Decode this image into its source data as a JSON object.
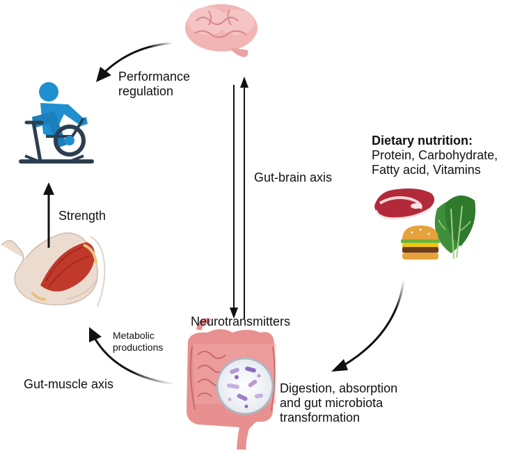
{
  "labels": {
    "performance_line1": "Performance",
    "performance_line2": "regulation",
    "gut_brain_axis": "Gut-brain axis",
    "strength": "Strength",
    "neurotransmitters": "Neurotransmitters",
    "metabolic_line1": "Metabolic",
    "metabolic_line2": "productions",
    "gut_muscle_axis": "Gut-muscle axis",
    "dietary_title": "Dietary nutrition:",
    "dietary_line1": "Protein, Carbohydrate,",
    "dietary_line2": "Fatty acid, Vitamins",
    "digestion_line1": "Digestion, absorption",
    "digestion_line2": "and gut microbiota",
    "digestion_line3": "transformation"
  },
  "icons": [
    "brain-icon",
    "cyclist-icon",
    "arm-muscle-icon",
    "meat-icon",
    "spinach-icon",
    "burger-icon",
    "intestine-icon",
    "microbiota-icon"
  ],
  "colors": {
    "brain": "#f2b5b5",
    "cyclist": "#1f8fd0",
    "muscle": "#c0392b",
    "intestine": "#e89090",
    "microbe": "#b89ad4",
    "arrow": "#111111"
  }
}
